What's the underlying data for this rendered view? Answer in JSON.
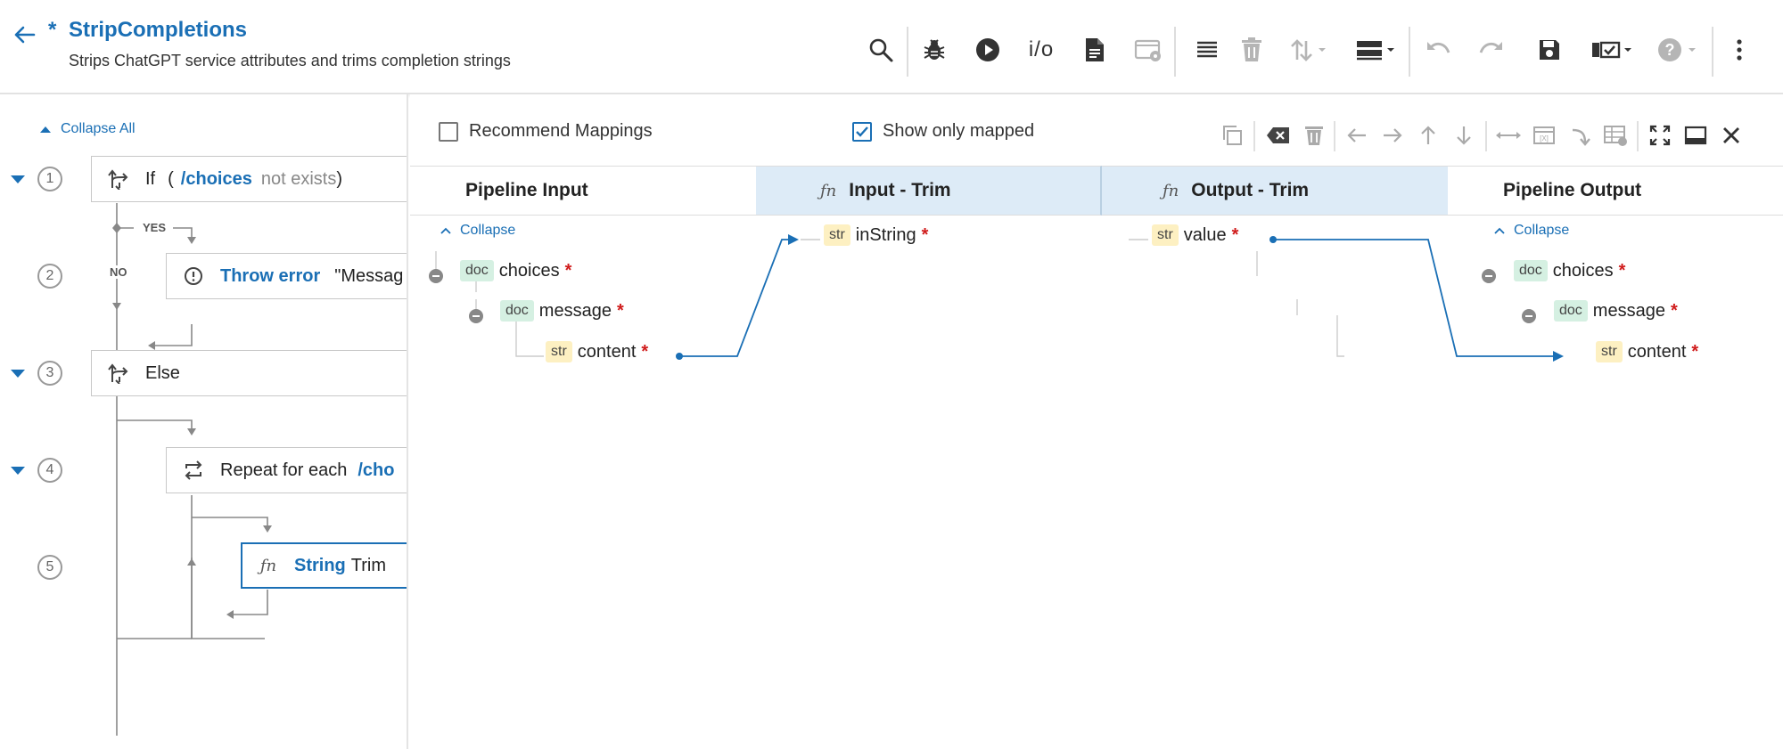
{
  "header": {
    "title_prefix": "*",
    "title": "StripCompletions",
    "subtitle": "Strips ChatGPT service attributes and trims completion strings",
    "io_label": "i/o"
  },
  "tree": {
    "collapse_all": "Collapse All",
    "steps": [
      {
        "num": "1",
        "label": "If",
        "open_paren": "(",
        "path": "/choices",
        "op": "not exists",
        "close_paren": ")"
      },
      {
        "num": "2",
        "action": "Throw error",
        "arg": "\"Messag"
      },
      {
        "num": "3",
        "label": "Else"
      },
      {
        "num": "4",
        "label": "Repeat for each",
        "path": "/cho"
      },
      {
        "num": "5",
        "kw": "String",
        "label": "Trim"
      }
    ],
    "yes_label": "YES",
    "no_label": "NO"
  },
  "mapper": {
    "recommend_mappings": "Recommend Mappings",
    "recommend_checked": false,
    "show_only_mapped": "Show only mapped",
    "show_only_checked": true,
    "columns": {
      "pipeline_input": "Pipeline Input",
      "input_trim": "Input - Trim",
      "output_trim": "Output - Trim",
      "pipeline_output": "Pipeline Output",
      "fn_symbol": "fn"
    },
    "collapse": "Collapse",
    "input_tree": [
      {
        "type": "doc",
        "name": "choices"
      },
      {
        "type": "doc",
        "name": "message"
      },
      {
        "type": "str",
        "name": "content"
      }
    ],
    "trim_input": {
      "type": "str",
      "name": "inString"
    },
    "trim_output": {
      "type": "str",
      "name": "value"
    },
    "output_tree": [
      {
        "type": "doc",
        "name": "choices"
      },
      {
        "type": "doc",
        "name": "message"
      },
      {
        "type": "str",
        "name": "content"
      }
    ],
    "required_mark": "*"
  },
  "colors": {
    "accent": "#1a6fb5",
    "fn_header_bg": "#ddebf7",
    "doc_tag": "#d5f0e2",
    "str_tag": "#fdf0c2",
    "required": "#d01c1c"
  }
}
